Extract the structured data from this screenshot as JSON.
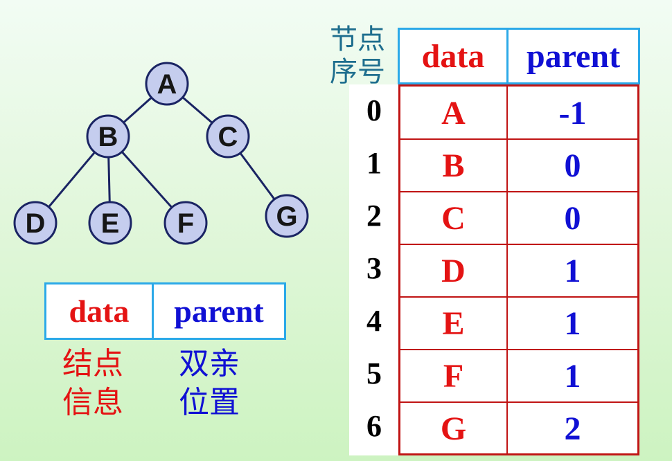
{
  "tree": {
    "nodes": [
      {
        "id": "A",
        "label": "A"
      },
      {
        "id": "B",
        "label": "B"
      },
      {
        "id": "C",
        "label": "C"
      },
      {
        "id": "D",
        "label": "D"
      },
      {
        "id": "E",
        "label": "E"
      },
      {
        "id": "F",
        "label": "F"
      },
      {
        "id": "G",
        "label": "G"
      }
    ],
    "edges": [
      [
        "A",
        "B"
      ],
      [
        "A",
        "C"
      ],
      [
        "B",
        "D"
      ],
      [
        "B",
        "E"
      ],
      [
        "B",
        "F"
      ],
      [
        "C",
        "G"
      ]
    ],
    "node_fill": "#c5cdee",
    "node_stroke": "#1a2463"
  },
  "legend": {
    "data_label": "data",
    "parent_label": "parent",
    "data_note_line1": "结点",
    "data_note_line2": "信息",
    "parent_note_line1": "双亲",
    "parent_note_line2": "位置"
  },
  "table": {
    "index_title_line1": "节点",
    "index_title_line2": "序号",
    "header_data": "data",
    "header_parent": "parent",
    "rows": [
      {
        "index": "0",
        "data": "A",
        "parent": "-1"
      },
      {
        "index": "1",
        "data": "B",
        "parent": "0"
      },
      {
        "index": "2",
        "data": "C",
        "parent": "0"
      },
      {
        "index": "3",
        "data": "D",
        "parent": "1"
      },
      {
        "index": "4",
        "data": "E",
        "parent": "1"
      },
      {
        "index": "5",
        "data": "F",
        "parent": "1"
      },
      {
        "index": "6",
        "data": "G",
        "parent": "2"
      }
    ]
  },
  "colors": {
    "data_text": "#e41313",
    "parent_text": "#1010d4",
    "header_border": "#2ba9e8",
    "body_border": "#c01414"
  }
}
